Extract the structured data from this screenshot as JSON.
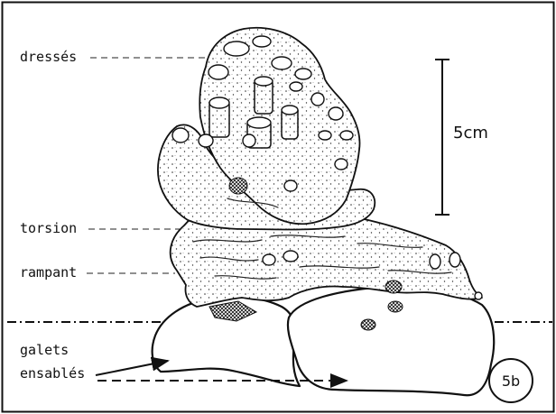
{
  "labels": {
    "dresses": "dressés",
    "torsion": "torsion",
    "rampant": "rampant",
    "galets_line1": "galets",
    "galets_line2": "ensablés",
    "scale": "5cm",
    "badge": "5b"
  },
  "colors": {
    "ink": "#111111",
    "background": "#ffffff"
  },
  "icons": [
    "scale-bar",
    "arrow-right-icon"
  ]
}
